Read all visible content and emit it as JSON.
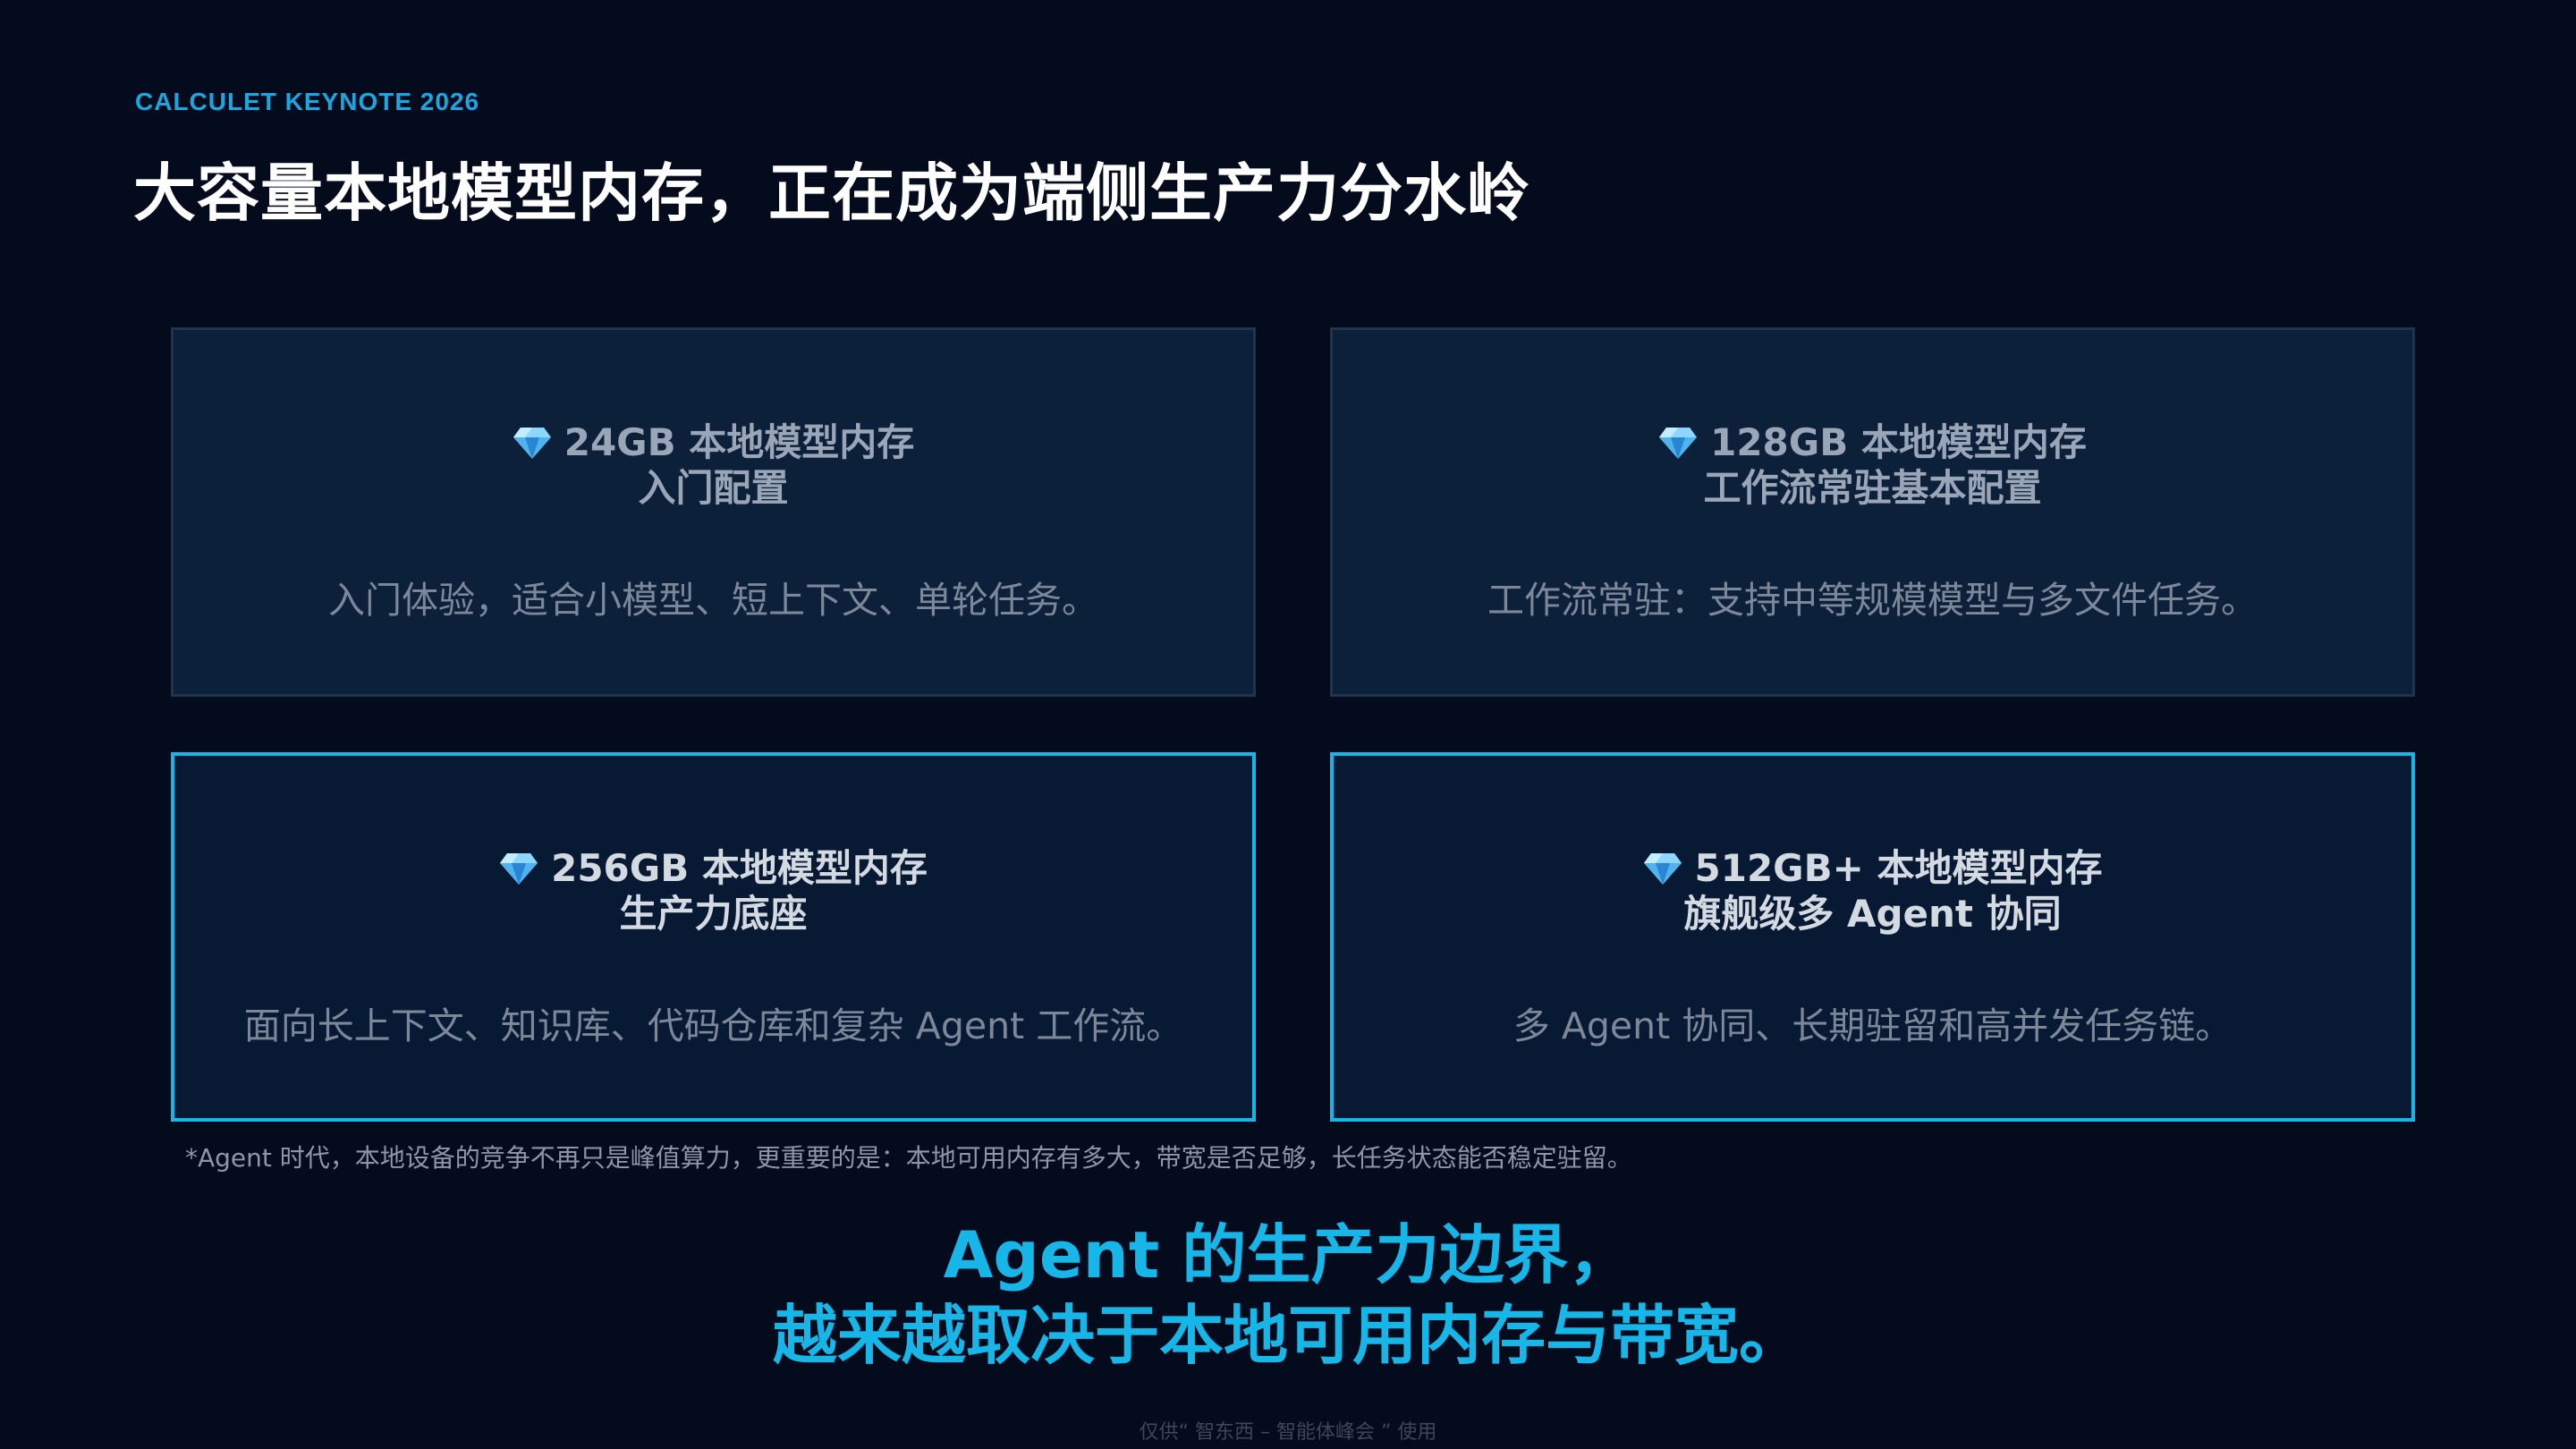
{
  "header": {
    "eyebrow": "CALCULET KEYNOTE 2026",
    "title": "大容量本地模型内存，正在成为端侧生产力分水岭"
  },
  "cards": [
    {
      "heading": "24GB 本地模型内存",
      "subheading": "入门配置",
      "description": "入门体验，适合小模型、短上下文、单轮任务。",
      "icon": "diamond-icon",
      "highlighted": false
    },
    {
      "heading": "128GB 本地模型内存",
      "subheading": "工作流常驻基本配置",
      "description": "工作流常驻：支持中等规模模型与多文件任务。",
      "icon": "diamond-icon",
      "highlighted": false
    },
    {
      "heading": "256GB 本地模型内存",
      "subheading": "生产力底座",
      "description": "面向长上下文、知识库、代码仓库和复杂 Agent 工作流。",
      "icon": "diamond-icon",
      "highlighted": true
    },
    {
      "heading": "512GB+ 本地模型内存",
      "subheading": "旗舰级多 Agent 协同",
      "description": "多 Agent 协同、长期驻留和高并发任务链。",
      "icon": "diamond-icon",
      "highlighted": true
    }
  ],
  "footnote": "*Agent 时代，本地设备的竞争不再只是峰值算力，更重要的是：本地可用内存有多大，带宽是否足够，长任务状态能否稳定驻留。",
  "conclusion": {
    "line1": "Agent 的生产力边界，",
    "line2": "越来越取决于本地可用内存与带宽。"
  },
  "watermark": "仅供“ 智东西 – 智能体峰会 ” 使用",
  "colors": {
    "background": "#030b1d",
    "accent": "#16b6e8",
    "muted_card": "#0c2039",
    "active_card": "#081a33"
  }
}
